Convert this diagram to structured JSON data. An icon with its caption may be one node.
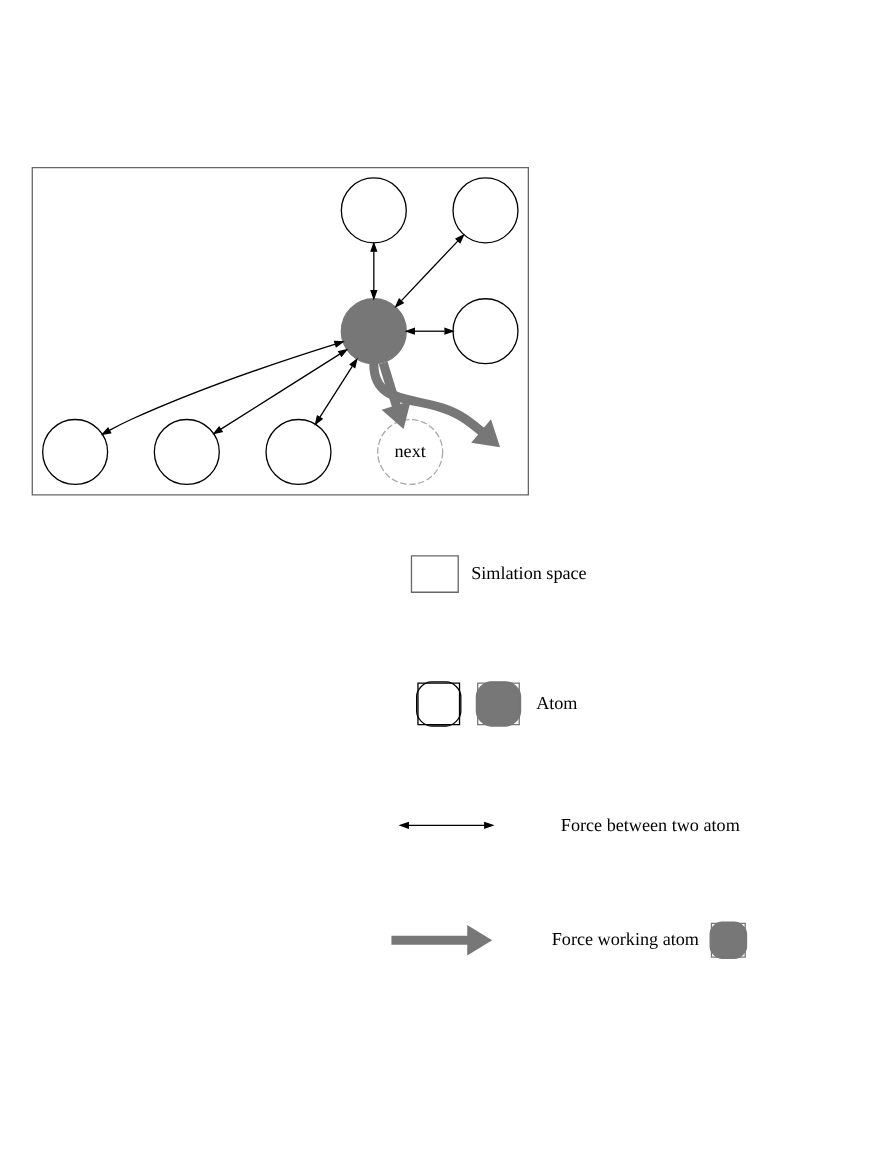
{
  "diagram": {
    "nodes": [
      {
        "text": [],
        "shape": "box"
      },
      {
        "text": [],
        "shape": "circle",
        "in": 0
      },
      {
        "text": [],
        "shape": "circle",
        "in": 0
      },
      {
        "text": [],
        "shape": "circle",
        "in": 0
      },
      {
        "text": [],
        "shape": "circle",
        "in": 0
      },
      {
        "text": [
          "next"
        ],
        "in": 0
      },
      {
        "text": [],
        "shape": "circle",
        "in": 0
      },
      {
        "text": [],
        "shape": "circle",
        "in": 0
      },
      {
        "text": [],
        "shape": "circle",
        "in": 0
      }
    ],
    "edges": [
      {
        "from": 3,
        "to": 1,
        "arrow": "both"
      },
      {
        "from": 3,
        "to": 2,
        "arrow": "both"
      },
      {
        "from": 3,
        "to": 4,
        "arrow": "both"
      },
      {
        "from": 3,
        "to": 6,
        "arrow": "both"
      },
      {
        "from": 3,
        "to": 8,
        "arrow": "both"
      },
      {
        "from": 3,
        "to": 7,
        "arrow": "both"
      },
      {
        "from": 3,
        "to": 5,
        "arrow": "to",
        "style": "thick",
        "color": "#777777"
      },
      {
        "from": 3,
        "to": null,
        "arrow": "to",
        "style": "thick",
        "color": "#777777"
      }
    ],
    "legend": [
      {
        "text": "Simlation space"
      },
      {
        "text": "Atom"
      },
      {
        "text": "Force between two atom"
      },
      {
        "text": "Force working atom"
      }
    ]
  }
}
